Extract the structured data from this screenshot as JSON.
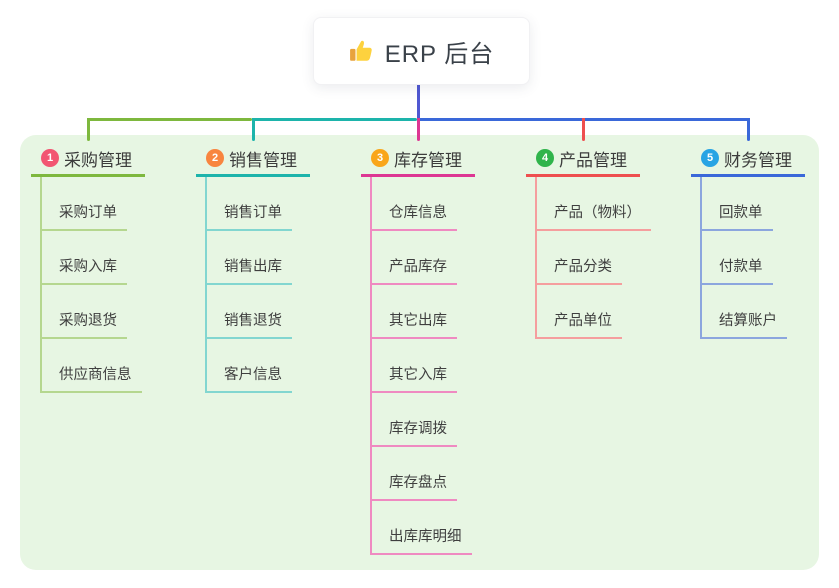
{
  "root": {
    "title": "ERP 后台",
    "icon": "thumbs-up-icon",
    "line_color": "#5058d2"
  },
  "panel": {
    "background": "#e7f6e3"
  },
  "branches": [
    {
      "index": "1",
      "title": "采购管理",
      "badge_color": "#f25672",
      "line_color": "#7eb83e",
      "light_color": "#b5d78f",
      "children": [
        "采购订单",
        "采购入库",
        "采购退货",
        "供应商信息"
      ]
    },
    {
      "index": "2",
      "title": "销售管理",
      "badge_color": "#f8853f",
      "line_color": "#1db4ab",
      "light_color": "#82d6d0",
      "children": [
        "销售订单",
        "销售出库",
        "销售退货",
        "客户信息"
      ]
    },
    {
      "index": "3",
      "title": "库存管理",
      "badge_color": "#f9a61a",
      "line_color": "#dd3793",
      "light_color": "#ef8ac1",
      "children": [
        "仓库信息",
        "产品库存",
        "其它出库",
        "其它入库",
        "库存调拨",
        "库存盘点",
        "出库库明细"
      ]
    },
    {
      "index": "4",
      "title": "产品管理",
      "badge_color": "#30b44b",
      "line_color": "#ee4f4f",
      "light_color": "#f59e9e",
      "children": [
        "产品（物料）",
        "产品分类",
        "产品单位"
      ]
    },
    {
      "index": "5",
      "title": "财务管理",
      "badge_color": "#28a4e4",
      "line_color": "#3a68d9",
      "light_color": "#8ca6de",
      "children": [
        "回款单",
        "付款单",
        "结算账户"
      ]
    }
  ]
}
